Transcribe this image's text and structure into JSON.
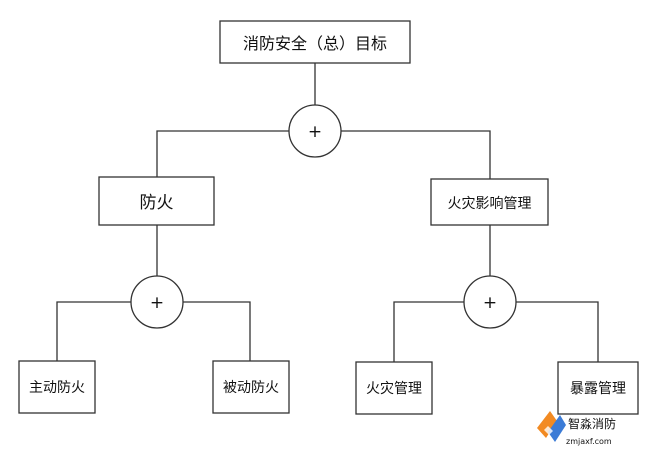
{
  "diagram": {
    "root": {
      "label": "消防安全（总）目标"
    },
    "level1_gate": {
      "symbol": "+"
    },
    "left_branch": {
      "label": "防火"
    },
    "right_branch": {
      "label": "火灾影响管理"
    },
    "left_gate": {
      "symbol": "+"
    },
    "right_gate": {
      "symbol": "+"
    },
    "leaves": {
      "active_fire_prevention": "主动防火",
      "passive_fire_prevention": "被动防火",
      "fire_management": "火灾管理",
      "exposure_management": "暴露管理"
    }
  },
  "watermark": {
    "brand": "智淼消防",
    "url": "zmjaxf.com",
    "colors": {
      "primary": "#f28a22",
      "secondary": "#3b7bd6"
    }
  }
}
